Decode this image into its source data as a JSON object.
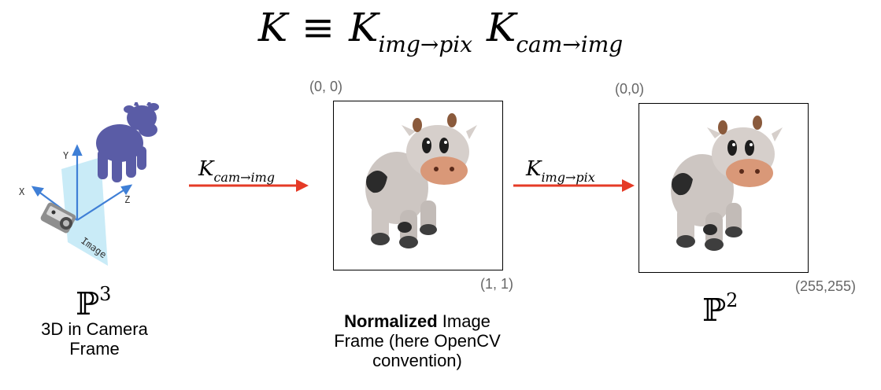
{
  "equation": {
    "lhs": "K",
    "equiv": "≡",
    "k1": "K",
    "k1_sub": "img→pix",
    "k2": "K",
    "k2_sub": "cam→img"
  },
  "left_panel": {
    "axis_labels": {
      "x": "X",
      "y": "Y",
      "z": "Z"
    },
    "plane_label": "Image",
    "space_symbol": "ℙ",
    "space_power": "3",
    "caption_line1": "3D in Camera",
    "caption_line2": "Frame"
  },
  "arrow1": {
    "label": "K",
    "label_sub": "cam→img",
    "color": "#e53a26"
  },
  "middle_panel": {
    "top_left_coord": "(0, 0)",
    "bottom_right_coord": "(1, 1)",
    "caption_bold": "Normalized",
    "caption_rest1": " Image",
    "caption_line2": "Frame (here OpenCV",
    "caption_line3": "convention)"
  },
  "arrow2": {
    "label": "K",
    "label_sub": "img→pix",
    "color": "#e53a26"
  },
  "right_panel": {
    "top_left_coord": "(0,0)",
    "bottom_right_coord": "(255,255)",
    "space_symbol": "ℙ",
    "space_power": "2"
  },
  "colors": {
    "axis_blue": "#3f7fd6",
    "plane_cyan": "#bfe8f6",
    "cow_blue": "#5a5ca6",
    "cow_body": "#cdc6c2",
    "cow_snout": "#d99878",
    "coord_gray": "#666666"
  }
}
